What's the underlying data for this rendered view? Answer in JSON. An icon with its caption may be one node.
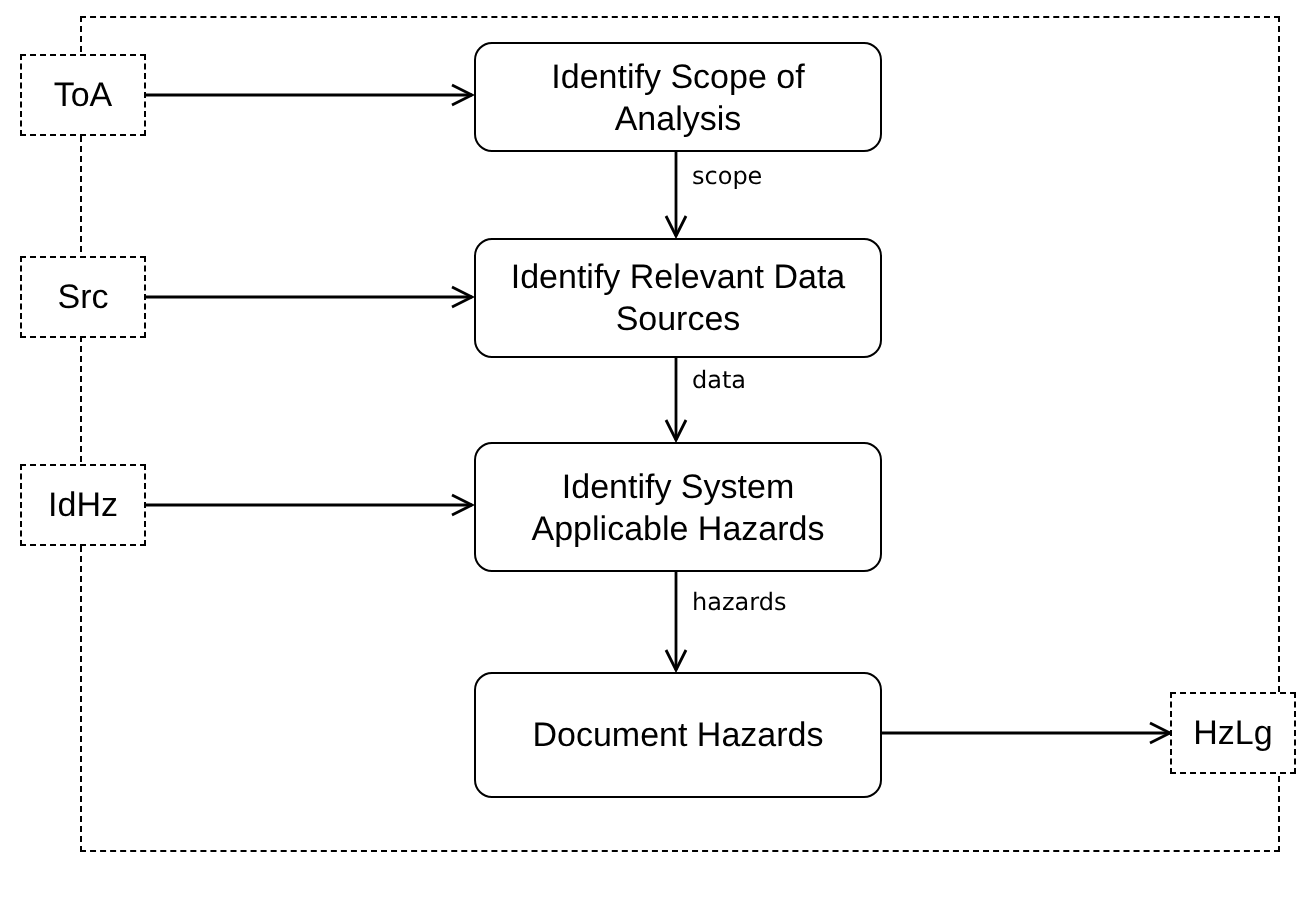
{
  "diagram": {
    "nodes": [
      {
        "text": [],
        "shape": "box"
      },
      {
        "text": [
          "ToA"
        ]
      },
      {
        "text": [
          "Identify Scope of Analysis"
        ],
        "in": 0
      },
      {
        "text": [
          "Src"
        ]
      },
      {
        "text": [
          "Identify Relevant Data Sources"
        ],
        "in": 0
      },
      {
        "text": [
          "IdHz"
        ]
      },
      {
        "text": [
          "Identify System Applicable Hazards"
        ],
        "in": 0
      },
      {
        "text": [
          "Document Hazards"
        ],
        "in": 0
      },
      {
        "text": [
          "HzLg"
        ]
      }
    ],
    "edges": [
      {
        "from": 1,
        "to": 2,
        "arrow": "to"
      },
      {
        "from": 2,
        "to": 4,
        "arrow": "to",
        "label": "scope"
      },
      {
        "from": 3,
        "to": 4,
        "arrow": "to"
      },
      {
        "from": 4,
        "to": 6,
        "arrow": "to",
        "label": "data"
      },
      {
        "from": 5,
        "to": 6,
        "arrow": "to"
      },
      {
        "from": 6,
        "to": 7,
        "arrow": "to",
        "label": "hazards"
      },
      {
        "from": 7,
        "to": 8,
        "arrow": "to"
      }
    ]
  }
}
